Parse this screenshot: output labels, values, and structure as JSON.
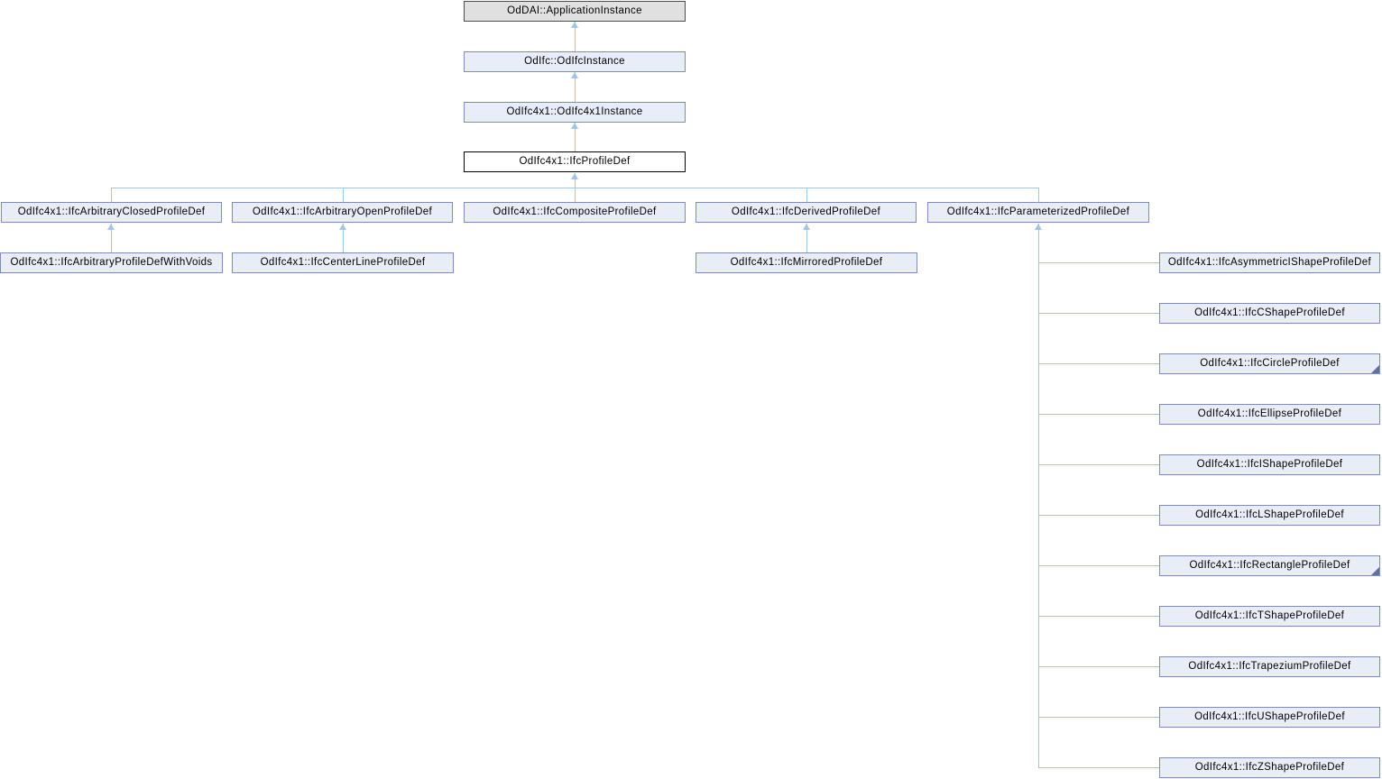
{
  "diagram": {
    "kind": "class-inheritance-graph",
    "colors": {
      "edge": "#A0C6E5",
      "node_fill": "#E9EDF7",
      "node_border": "#7D8CB9",
      "root_fill": "#E0E0E0",
      "root_border": "#4D4D4D",
      "current_fill": "#FFFFFF",
      "current_border": "#000000",
      "fold_marker": "#5C71A6"
    },
    "nodes": [
      {
        "label": "OdDAI::ApplicationInstance",
        "role": "root-base-class"
      },
      {
        "label": "OdIfc::OdIfcInstance",
        "role": "base-class"
      },
      {
        "label": "OdIfc4x1::OdIfc4x1Instance",
        "role": "base-class"
      },
      {
        "label": "OdIfc4x1::IfcProfileDef",
        "role": "current-class"
      },
      {
        "label": "OdIfc4x1::IfcArbitraryClosedProfileDef",
        "role": "derived-class"
      },
      {
        "label": "OdIfc4x1::IfcArbitraryOpenProfileDef",
        "role": "derived-class"
      },
      {
        "label": "OdIfc4x1::IfcCompositeProfileDef",
        "role": "derived-class"
      },
      {
        "label": "OdIfc4x1::IfcDerivedProfileDef",
        "role": "derived-class"
      },
      {
        "label": "OdIfc4x1::IfcParameterizedProfileDef",
        "role": "derived-class"
      },
      {
        "label": "OdIfc4x1::IfcArbitraryProfileDefWithVoids",
        "role": "derived-class"
      },
      {
        "label": "OdIfc4x1::IfcCenterLineProfileDef",
        "role": "derived-class"
      },
      {
        "label": "OdIfc4x1::IfcMirroredProfileDef",
        "role": "derived-class"
      },
      {
        "label": "OdIfc4x1::IfcAsymmetricIShapeProfileDef",
        "role": "derived-class"
      },
      {
        "label": "OdIfc4x1::IfcCShapeProfileDef",
        "role": "derived-class"
      },
      {
        "label": "OdIfc4x1::IfcCircleProfileDef",
        "role": "derived-class",
        "truncated": true
      },
      {
        "label": "OdIfc4x1::IfcEllipseProfileDef",
        "role": "derived-class"
      },
      {
        "label": "OdIfc4x1::IfcIShapeProfileDef",
        "role": "derived-class"
      },
      {
        "label": "OdIfc4x1::IfcLShapeProfileDef",
        "role": "derived-class"
      },
      {
        "label": "OdIfc4x1::IfcRectangleProfileDef",
        "role": "derived-class",
        "truncated": true
      },
      {
        "label": "OdIfc4x1::IfcTShapeProfileDef",
        "role": "derived-class"
      },
      {
        "label": "OdIfc4x1::IfcTrapeziumProfileDef",
        "role": "derived-class"
      },
      {
        "label": "OdIfc4x1::IfcUShapeProfileDef",
        "role": "derived-class"
      },
      {
        "label": "OdIfc4x1::IfcZShapeProfileDef",
        "role": "derived-class"
      }
    ]
  }
}
